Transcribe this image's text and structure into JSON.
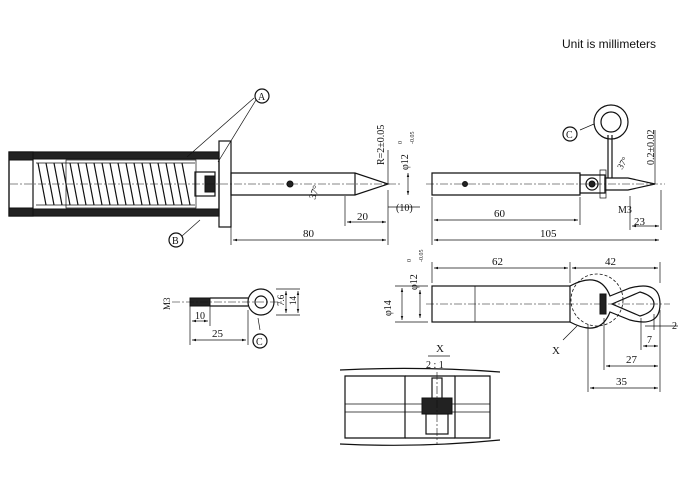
{
  "unit_note": "Unit is millimeters",
  "callouts": {
    "a": "A",
    "b": "B",
    "c": "C"
  },
  "main_view": {
    "dim_total": "80",
    "dim_tip": "20",
    "dim_ref": "(10)",
    "angle": "37°",
    "radius": "R=2±0.05",
    "dia": "φ12",
    "dia_tol_top": "0",
    "dia_tol_bot": "-0.05"
  },
  "right_view": {
    "dim_60": "60",
    "dim_105": "105",
    "dim_23": "23",
    "thread": "M3",
    "angle": "37°",
    "tol": "0.2±0.02"
  },
  "bottom_view": {
    "dim_62": "62",
    "dim_42": "42",
    "dia14": "φ14",
    "dia12": "φ12",
    "dia_tol_top": "0",
    "dia_tol_bot": "-0.05",
    "dim_2": "2",
    "dim_7": "7",
    "dim_27": "27",
    "dim_35": "35",
    "view_label": "X"
  },
  "pin_view": {
    "thread": "M3",
    "dim_10": "10",
    "dim_25": "25",
    "dim_76": "7.6",
    "dim_14": "14"
  },
  "detail_view": {
    "label": "X",
    "scale": "2 : 1"
  }
}
